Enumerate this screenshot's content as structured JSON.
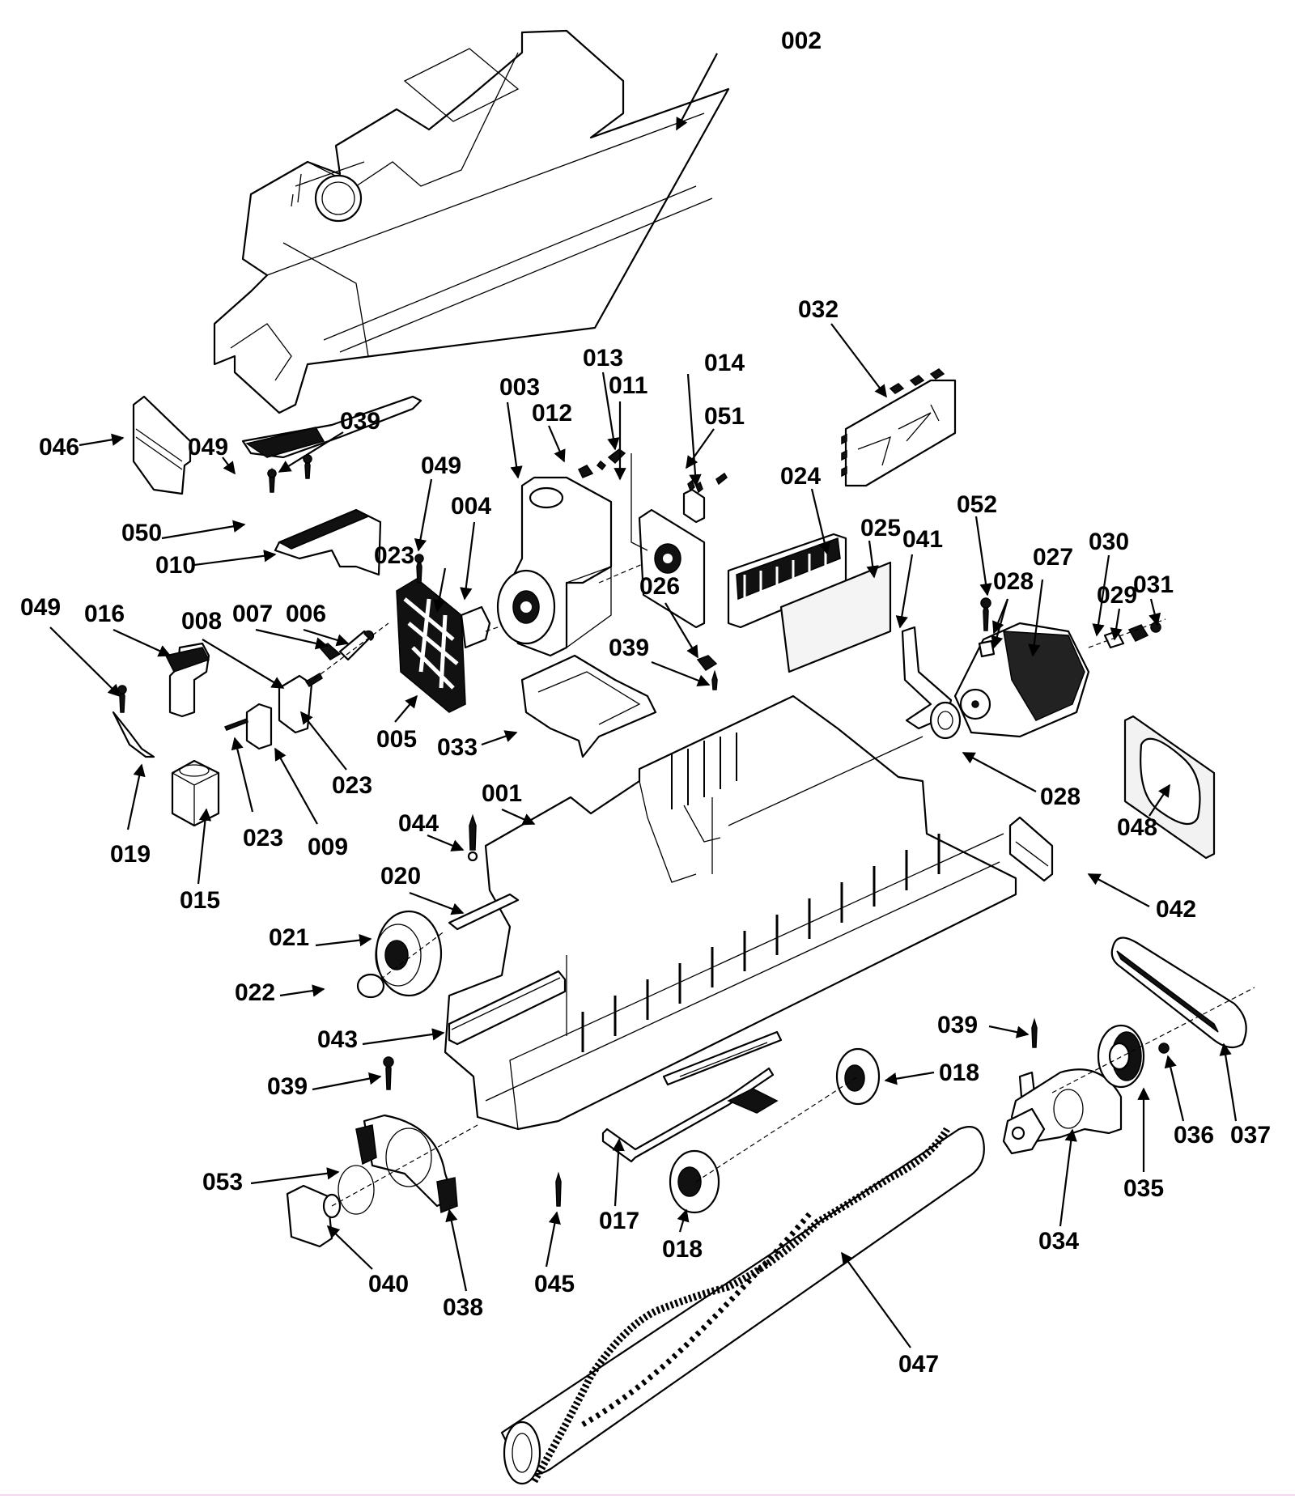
{
  "diagram": {
    "title": "Vacuum cleaner base exploded parts diagram",
    "parts": {
      "p001": {
        "label": "001",
        "name": "base housing"
      },
      "p002": {
        "label": "002",
        "name": "hood / top cover"
      },
      "p003": {
        "label": "003",
        "name": "fan housing"
      },
      "p004": {
        "label": "004",
        "name": "fan housing bracket"
      },
      "p005": {
        "label": "005",
        "name": "fan guard plate"
      },
      "p006": {
        "label": "006",
        "name": "shaft"
      },
      "p007": {
        "label": "007",
        "name": "spring"
      },
      "p008": {
        "label": "008",
        "name": "lever"
      },
      "p009": {
        "label": "009",
        "name": "bracket block"
      },
      "p010": {
        "label": "010",
        "name": "pedal base"
      },
      "p011": {
        "label": "011",
        "name": "gasket plate"
      },
      "p012": {
        "label": "012",
        "name": "fitting"
      },
      "p013": {
        "label": "013",
        "name": "connector"
      },
      "p014": {
        "label": "014",
        "name": "switch"
      },
      "p015": {
        "label": "015",
        "name": "cuff block"
      },
      "p016": {
        "label": "016",
        "name": "height adjust knob"
      },
      "p017": {
        "label": "017",
        "name": "wheel axle bracket"
      },
      "p018a": {
        "label": "018",
        "name": "rear wheel (right)"
      },
      "p018b": {
        "label": "018",
        "name": "rear wheel (left)"
      },
      "p019": {
        "label": "019",
        "name": "clip"
      },
      "p020": {
        "label": "020",
        "name": "axle"
      },
      "p021": {
        "label": "021",
        "name": "front wheel"
      },
      "p022": {
        "label": "022",
        "name": "hub cap"
      },
      "p023a": {
        "label": "023",
        "name": "screw (top)"
      },
      "p023b": {
        "label": "023",
        "name": "screw (middle)"
      },
      "p023c": {
        "label": "023",
        "name": "screw (left)"
      },
      "p024": {
        "label": "024",
        "name": "filter grille"
      },
      "p025": {
        "label": "025",
        "name": "filter pad"
      },
      "p026": {
        "label": "026",
        "name": "clip"
      },
      "p027": {
        "label": "027",
        "name": "motor"
      },
      "p028a": {
        "label": "028",
        "name": "motor mount (top)"
      },
      "p028b": {
        "label": "028",
        "name": "motor mount (pulley end)"
      },
      "p029": {
        "label": "029",
        "name": "bearing"
      },
      "p030": {
        "label": "030",
        "name": "end cap"
      },
      "p031": {
        "label": "031",
        "name": "nut"
      },
      "p032": {
        "label": "032",
        "name": "circuit board"
      },
      "p033": {
        "label": "033",
        "name": "cord guide"
      },
      "p034": {
        "label": "034",
        "name": "brush roll end"
      },
      "p035": {
        "label": "035",
        "name": "pulley"
      },
      "p036": {
        "label": "036",
        "name": "nut"
      },
      "p037": {
        "label": "037",
        "name": "drive belt"
      },
      "p038": {
        "label": "038",
        "name": "bearing housing"
      },
      "p039a": {
        "label": "039",
        "name": "screw (pedal)"
      },
      "p039b": {
        "label": "039",
        "name": "screw (cord guide)"
      },
      "p039c": {
        "label": "039",
        "name": "screw (bearing housing)"
      },
      "p039d": {
        "label": "039",
        "name": "screw (brush end)"
      },
      "p040": {
        "label": "040",
        "name": "end cap"
      },
      "p041": {
        "label": "041",
        "name": "bracket"
      },
      "p042": {
        "label": "042",
        "name": "front bumper"
      },
      "p043": {
        "label": "043",
        "name": "side bumper"
      },
      "p044": {
        "label": "044",
        "name": "screw"
      },
      "p045": {
        "label": "045",
        "name": "screw"
      },
      "p046": {
        "label": "046",
        "name": "latch"
      },
      "p047": {
        "label": "047",
        "name": "brush roll"
      },
      "p048": {
        "label": "048",
        "name": "gasket"
      },
      "p049a": {
        "label": "049",
        "name": "screw (pedal)"
      },
      "p049b": {
        "label": "049",
        "name": "screw (fan plate)"
      },
      "p049c": {
        "label": "049",
        "name": "screw (left)"
      },
      "p050": {
        "label": "050",
        "name": "pedal"
      },
      "p051": {
        "label": "051",
        "name": "screw"
      },
      "p052": {
        "label": "052",
        "name": "screw"
      },
      "p053": {
        "label": "053",
        "name": "washer"
      }
    }
  }
}
